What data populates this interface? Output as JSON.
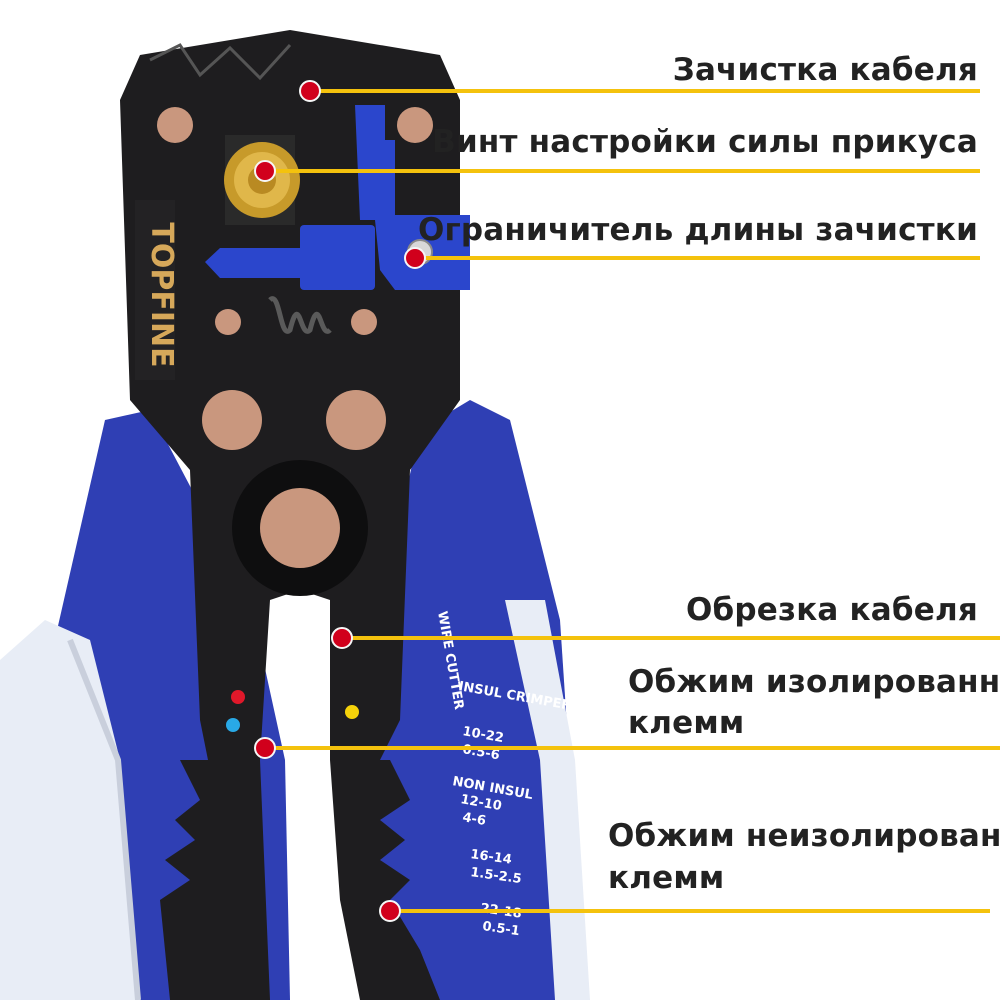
{
  "brand": "TOPFINE",
  "labels": {
    "strip": "Зачистка кабеля",
    "screw": "Винт настройки силы прикуса",
    "limiter": "Ограничитель длины зачистки",
    "cut": "Обрезка кабеля",
    "insulated_line1": "Обжим изолированных",
    "insulated_line2": "клемм",
    "noninsulated_line1": "Обжим неизолированных",
    "noninsulated_line2": "клемм"
  },
  "handle_markings": {
    "wire_cutter": "WIRE CUTTER",
    "insul_crimper": "INSUL CRIMPER",
    "insul_1": "10-22",
    "insul_2": "0.5-6",
    "non_insul": "NON INSUL",
    "non_insul_1": "12-10",
    "non_insul_2": "4-6",
    "size_1": "16-14",
    "size_2": "1.5-2.5",
    "size_3": "22-18",
    "size_4": "0.5-1"
  },
  "colors": {
    "accent_line": "#f4c20d",
    "marker": "#d1001c",
    "handle_blue": "#2f3fb4",
    "handle_grip": "#e8edf6",
    "body_black": "#1e1d1f",
    "blue_part": "#2b46cc",
    "rivet": "#c9977e"
  }
}
